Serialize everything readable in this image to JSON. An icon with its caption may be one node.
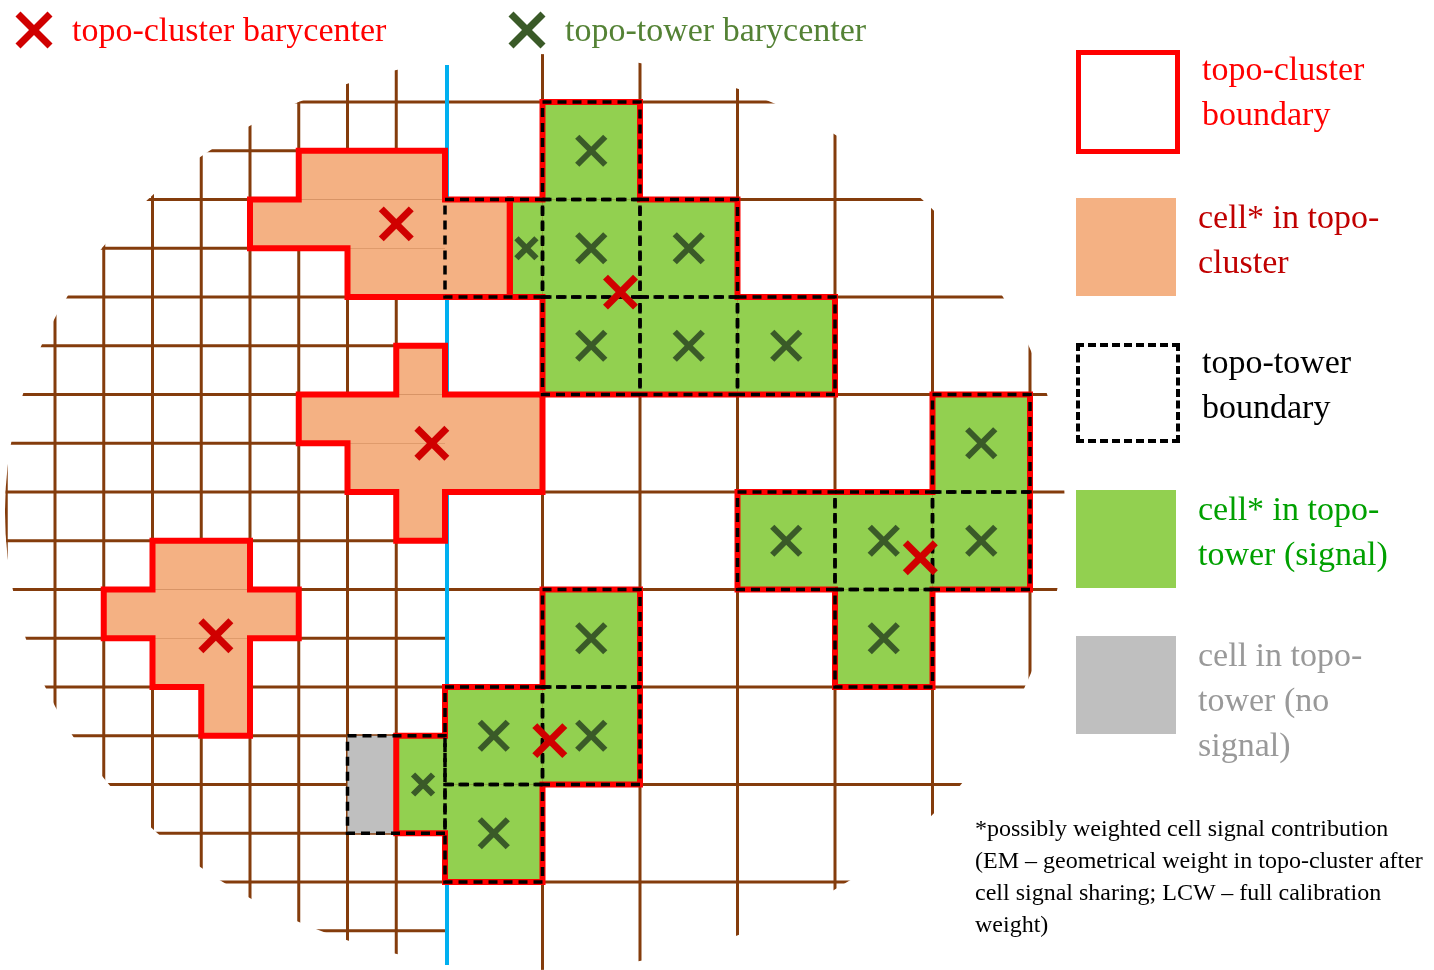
{
  "diagram": {
    "legend": [
      {
        "text": "topo-cluster barycenter"
      },
      {
        "text": "topo-tower barycenter"
      },
      {
        "text": "topo-cluster boundary"
      },
      {
        "text": "cell* in topo-cluster",
        "color": "#f4b183"
      },
      {
        "text": "topo-tower boundary"
      },
      {
        "text": "cell* in topo-tower (signal)",
        "color": "#92d050"
      },
      {
        "text": "cell in topo-tower (no signal)",
        "color": "#bfbfbf"
      }
    ],
    "labels": [
      "*possibly weighted cell signal contribution (EM – geometrical weight in topo-cluster after cell signal sharing; LCW – full calibration weight)"
    ]
  }
}
